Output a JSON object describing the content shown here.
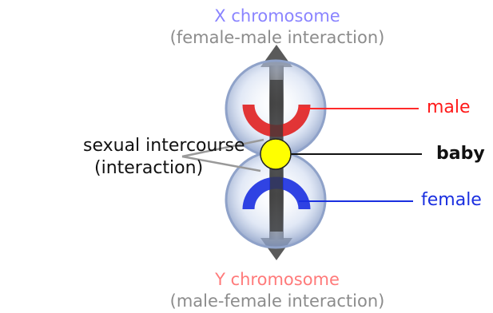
{
  "labels": {
    "x_chromosome": "X chromosome",
    "x_interaction": "(female-male interaction)",
    "y_chromosome": "Y chromosome",
    "y_interaction": "(male-female interaction)",
    "male": "male",
    "baby": "baby",
    "female": "female",
    "intercourse_line1": "sexual intercourse",
    "intercourse_line2": "(interaction)"
  },
  "colors": {
    "x_chromosome_text": "#8a84ff",
    "y_chromosome_text": "#ff7a7a",
    "interaction_text": "#8c8c8c",
    "male": "#e02020",
    "female": "#1a2fe0",
    "baby": "#ffff00",
    "arrow": "#555555",
    "sphere": "#9fb3d8"
  }
}
